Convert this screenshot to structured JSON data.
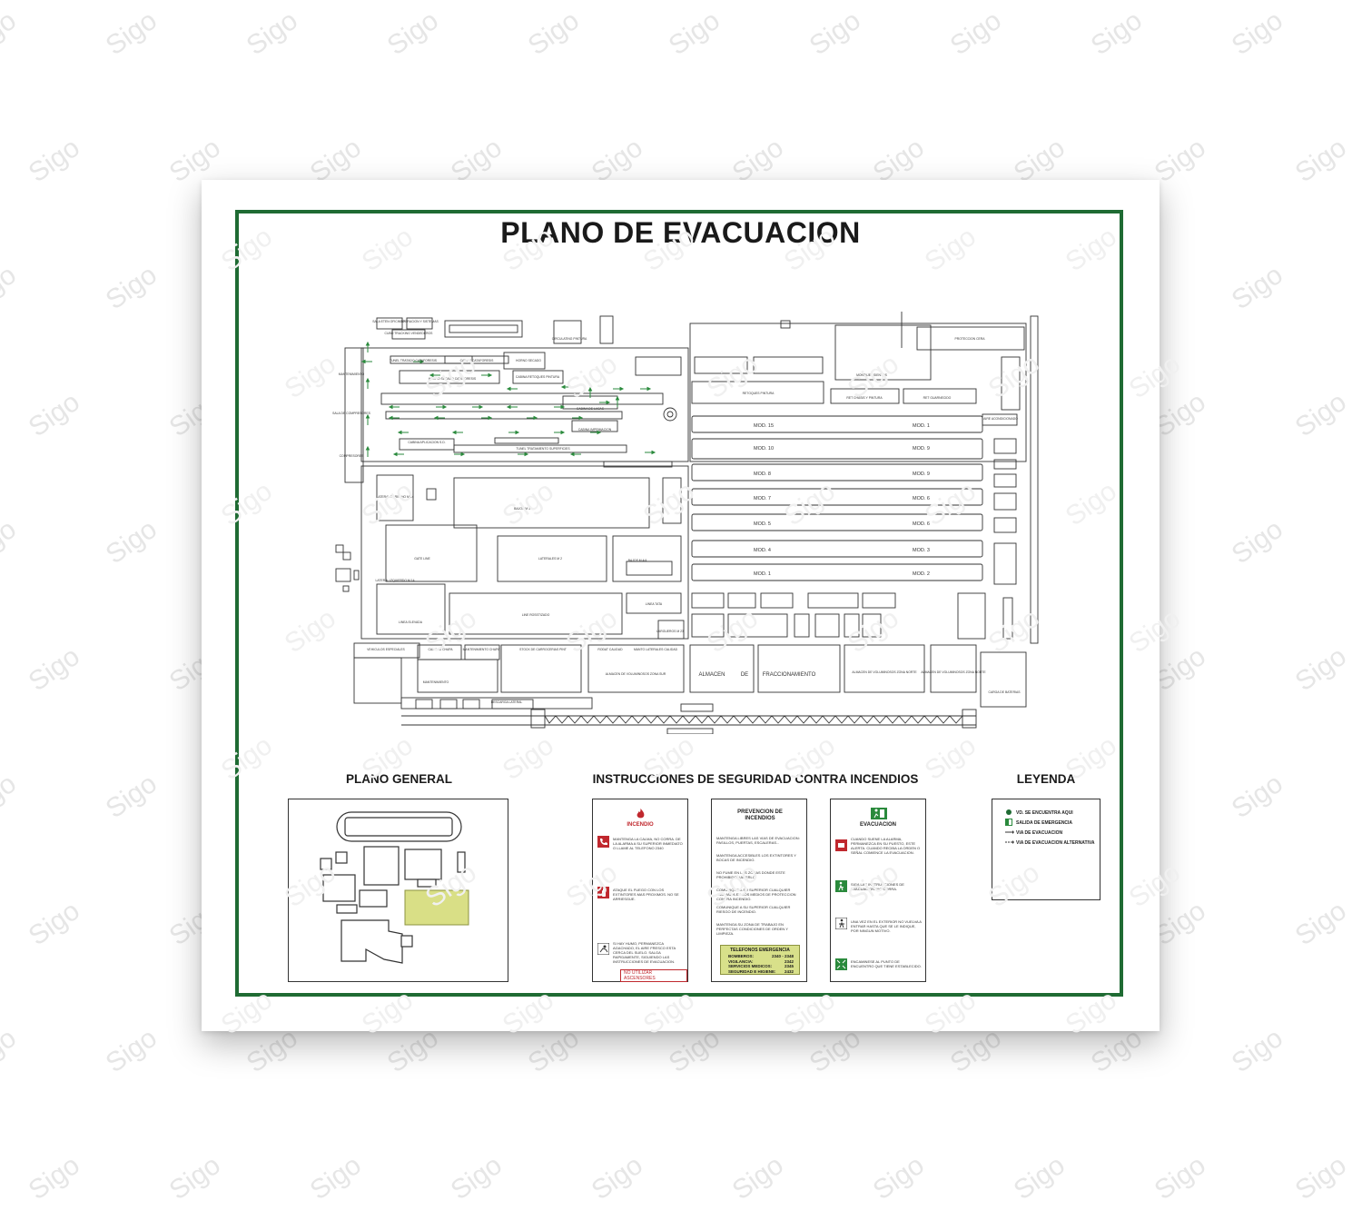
{
  "watermark": "Sigo",
  "title": "PLANO DE EVACUACION",
  "colors": {
    "frame": "#1f6b33",
    "arrow": "#2a8a3c",
    "incendio": "#c0282e",
    "highlight": "#d9df86"
  },
  "plan_labels": {
    "top": [
      "SALA ETEN OFICINTO",
      "OPERACION Y SISTEMAS",
      "CUBO TRACKING VENDEDEROS",
      "CIRCULATING PINTURA",
      "PROTECCION CERA",
      "TUNEL TRATADO CATAFORESIS",
      "CABINA CATAFORESIS",
      "HORNO SECADO",
      "HORNO SECADO CATAFORESIS",
      "CABINA RETOQUES PINTURA",
      "MONTAJE ASIENTOS",
      "RETOQUES PINTURA",
      "RET CHASIS Y PINTURA",
      "RET GUARNECIDO",
      "CABINA DE LACAS",
      "CABINA IMPRIMACION",
      "CABINA APLICACION S.D.",
      "TUNEL TRATAMIENTO SUPERFICIES",
      "AIRE ACONDICIONADO",
      "MANTENIMIENTO",
      "SALA DE COMPRESORES",
      "COMPRESORES"
    ],
    "modules": [
      "MOD. 15",
      "MOD. 1",
      "MOD. 10",
      "MOD. 9",
      "MOD. 8",
      "MOD. 9",
      "MOD. 7",
      "MOD. 6",
      "MOD. 5",
      "MOD. 6",
      "MOD. 4",
      "MOD. 3",
      "MOD. 1",
      "MOD. 2"
    ],
    "middle": [
      "LATERAL DERECHO M 14",
      "BAJOS M 3",
      "GATE LINE",
      "LATERALES M 2",
      "BAJOS M 4/4",
      "LATERAL IZQUIERDO M 14",
      "LINEA TATA",
      "LINEA ELEVADA",
      "LINE ROSSTIZADO",
      "LARGUEROS M 23"
    ],
    "bottom": [
      "VEHICULOS ESPECIALES",
      "CALIDAD CHAPA",
      "MANTENIMIENTO CHAPA",
      "STOCK DE CARROCERIAS PINT",
      "RODAT CALIDAD",
      "MANTO LATERALES CALIDAD",
      "MANTENIMIENTO",
      "ALMACEN DE VOLUMINOSOS ZONA SUR",
      "ALMACEN",
      "DE",
      "FRACCIONAMIENTO",
      "ALMACEN DE VOLUMINOSOS ZONA NORTE",
      "ALMACEN DE VOLUMINOSOS ZONA NORTE",
      "DESCARGA LATERAL",
      "CARGA DE BATERIAS"
    ]
  },
  "sections": {
    "general": "PLANO GENERAL",
    "instructions": "INSTRUCCIONES DE SEGURIDAD CONTRA INCENDIOS",
    "legend": "LEYENDA"
  },
  "card_incendio": {
    "title": "INCENDIO",
    "items": [
      "MANTENGA LA CALMA, NO CORRA. DE LA ALARMA A SU SUPERIOR INMEDIATO O LLAME AL TELEFONO 2340",
      "ATAQUE EL FUEGO CON LOS EXTINTORES MAS PROXIMOS. NO SE ARRIESGUE.",
      "SI HAY HUMO, PERMANEZCA AGACHADO, EL AIRE FRESCO ESTA CERCA DEL SUELO. SALGA RAPIDAMENTE, SIGUIENDO LAS INSTRUCCIONES DE EVACUACION."
    ],
    "badge": "NO UTILIZAR ASCENSORES"
  },
  "card_prevencion": {
    "title": "PREVENCION DE INCENDIOS",
    "items": [
      "MANTENGA LIBRES LAS VIAS DE EVACUACION: PASILLOS, PUERTAS, ESCALERAS...",
      "MANTENGA ACCESIBLES LOS EXTINTORES Y BOCAS DE INCENDIO.",
      "NO FUME EN LAS ZONAS DONDE ESTE PROHIBIDO HACERLO.",
      "COMUNIQUE A SU SUPERIOR CUALQUIER ANOMALIA EN LOS MEDIOS DE PROTECCION CONTRA INCENDIO.",
      "COMUNIQUE A SU SUPERIOR CUALQUIER RIESGO DE INCENDIO.",
      "MANTENGA SU ZONA DE TRABAJO EN PERFECTAS CONDICIONES DE ORDEN Y LIMPIEZA."
    ],
    "phones_title": "TELEFONOS EMERGENCIA",
    "phones": [
      {
        "name": "BOMBEROS:",
        "num": "2340 - 2348"
      },
      {
        "name": "VIGILANCIA:",
        "num": "2342"
      },
      {
        "name": "SERVICIOS MEDICOS:",
        "num": "2345"
      },
      {
        "name": "SEGURIDAD E HIGIENE:",
        "num": "2432"
      }
    ]
  },
  "card_evacuacion": {
    "title": "EVACUACION",
    "items": [
      "CUANDO SUENE LA ALARMA, PERMANEZCA EN SU PUESTO, ESTE ALERTA. CUANDO RECIBA LA ORDEN O SEÑAL COMIENCE LA EVACUACION.",
      "SIGA LAS INSTRUCCIONES DE EVACUACION. NO CORRA.",
      "UNA VEZ EN EL EXTERIOR NO VUELVA A ENTRAR HASTA QUE SE LE INDIQUE, POR NINGUN MOTIVO.",
      "ENCAMINESE AL PUNTO DE ENCUENTRO QUE TIENE ESTABLECIDO."
    ]
  },
  "legend": {
    "items": [
      "VD. SE ENCUENTRA AQUI",
      "SALIDA DE EMERGENCIA",
      "VIA DE EVACUACION",
      "VIA DE EVACUACION ALTERNATIVA"
    ]
  }
}
